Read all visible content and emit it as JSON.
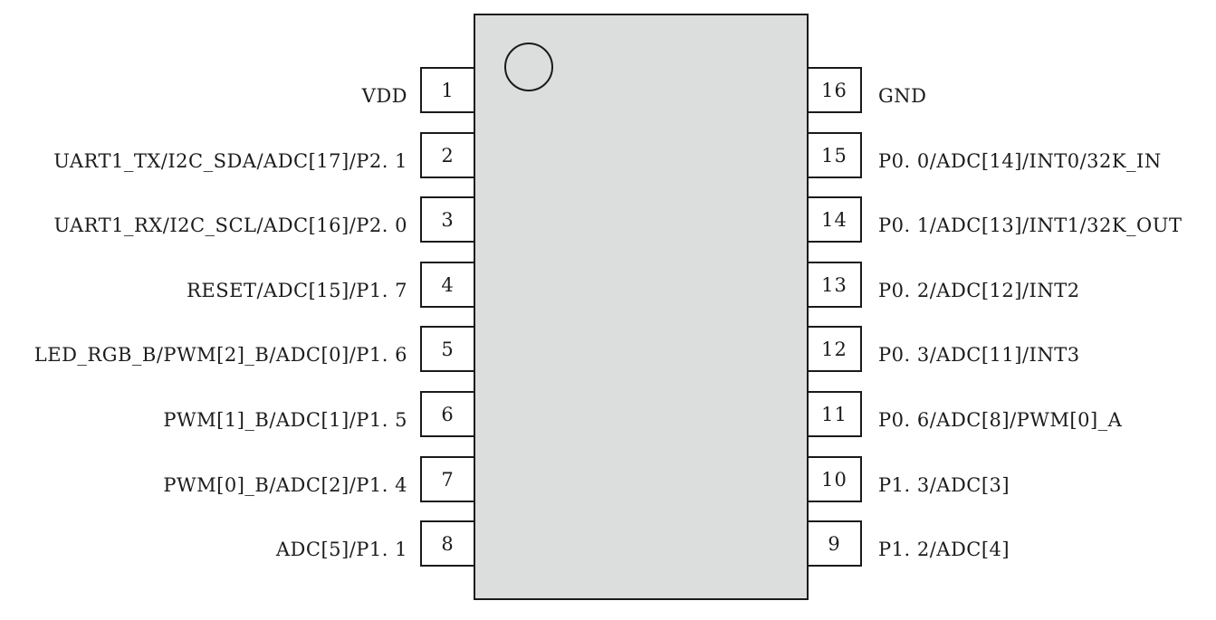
{
  "diagram": {
    "kind": "ic-pinout",
    "package_pin_count": 16,
    "pin1_marker": "circle-icon",
    "colors": {
      "chip_fill": "#dcdddd",
      "outline": "#1a1a1a",
      "pin_box_fill": "#ffffff",
      "text": "#1c1c1c",
      "background": "#ffffff"
    }
  },
  "pins": {
    "left": [
      {
        "number": "1",
        "label": "VDD"
      },
      {
        "number": "2",
        "label": "UART1_TX/I2C_SDA/ADC[17]/P2. 1"
      },
      {
        "number": "3",
        "label": "UART1_RX/I2C_SCL/ADC[16]/P2. 0"
      },
      {
        "number": "4",
        "label": "RESET/ADC[15]/P1. 7"
      },
      {
        "number": "5",
        "label": "LED_RGB_B/PWM[2]_B/ADC[0]/P1. 6"
      },
      {
        "number": "6",
        "label": "PWM[1]_B/ADC[1]/P1. 5"
      },
      {
        "number": "7",
        "label": "PWM[0]_B/ADC[2]/P1. 4"
      },
      {
        "number": "8",
        "label": "ADC[5]/P1. 1"
      }
    ],
    "right": [
      {
        "number": "16",
        "label": "GND"
      },
      {
        "number": "15",
        "label": "P0. 0/ADC[14]/INT0/32K_IN"
      },
      {
        "number": "14",
        "label": "P0. 1/ADC[13]/INT1/32K_OUT"
      },
      {
        "number": "13",
        "label": "P0. 2/ADC[12]/INT2"
      },
      {
        "number": "12",
        "label": "P0. 3/ADC[11]/INT3"
      },
      {
        "number": "11",
        "label": "P0. 6/ADC[8]/PWM[0]_A"
      },
      {
        "number": "10",
        "label": "P1. 3/ADC[3]"
      },
      {
        "number": "9",
        "label": "P1. 2/ADC[4]"
      }
    ]
  }
}
